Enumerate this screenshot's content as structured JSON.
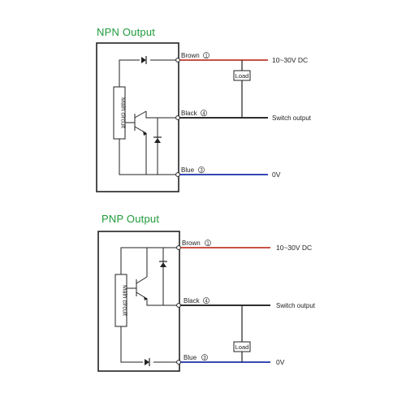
{
  "npn": {
    "title": "NPN Output",
    "main_circuit_label": "Main circuit",
    "load_label": "Load",
    "wires": [
      {
        "name": "Brown",
        "pin": "1",
        "signal": "10~30V DC",
        "color": "#c0392b"
      },
      {
        "name": "Black",
        "pin": "4",
        "signal": "Switch output",
        "color": "#111111"
      },
      {
        "name": "Blue",
        "pin": "3",
        "signal": "0V",
        "color": "#1a2fa8"
      }
    ]
  },
  "pnp": {
    "title": "PNP Output",
    "main_circuit_label": "Main circuit",
    "load_label": "Load",
    "wires": [
      {
        "name": "Brown",
        "pin": "1",
        "signal": "10~30V DC",
        "color": "#c0392b"
      },
      {
        "name": "Black",
        "pin": "4",
        "signal": "Switch output",
        "color": "#111111"
      },
      {
        "name": "Blue",
        "pin": "3",
        "signal": "0V",
        "color": "#1a2fa8"
      }
    ]
  },
  "colors": {
    "title": "#1e9b3a",
    "line": "#222222"
  }
}
